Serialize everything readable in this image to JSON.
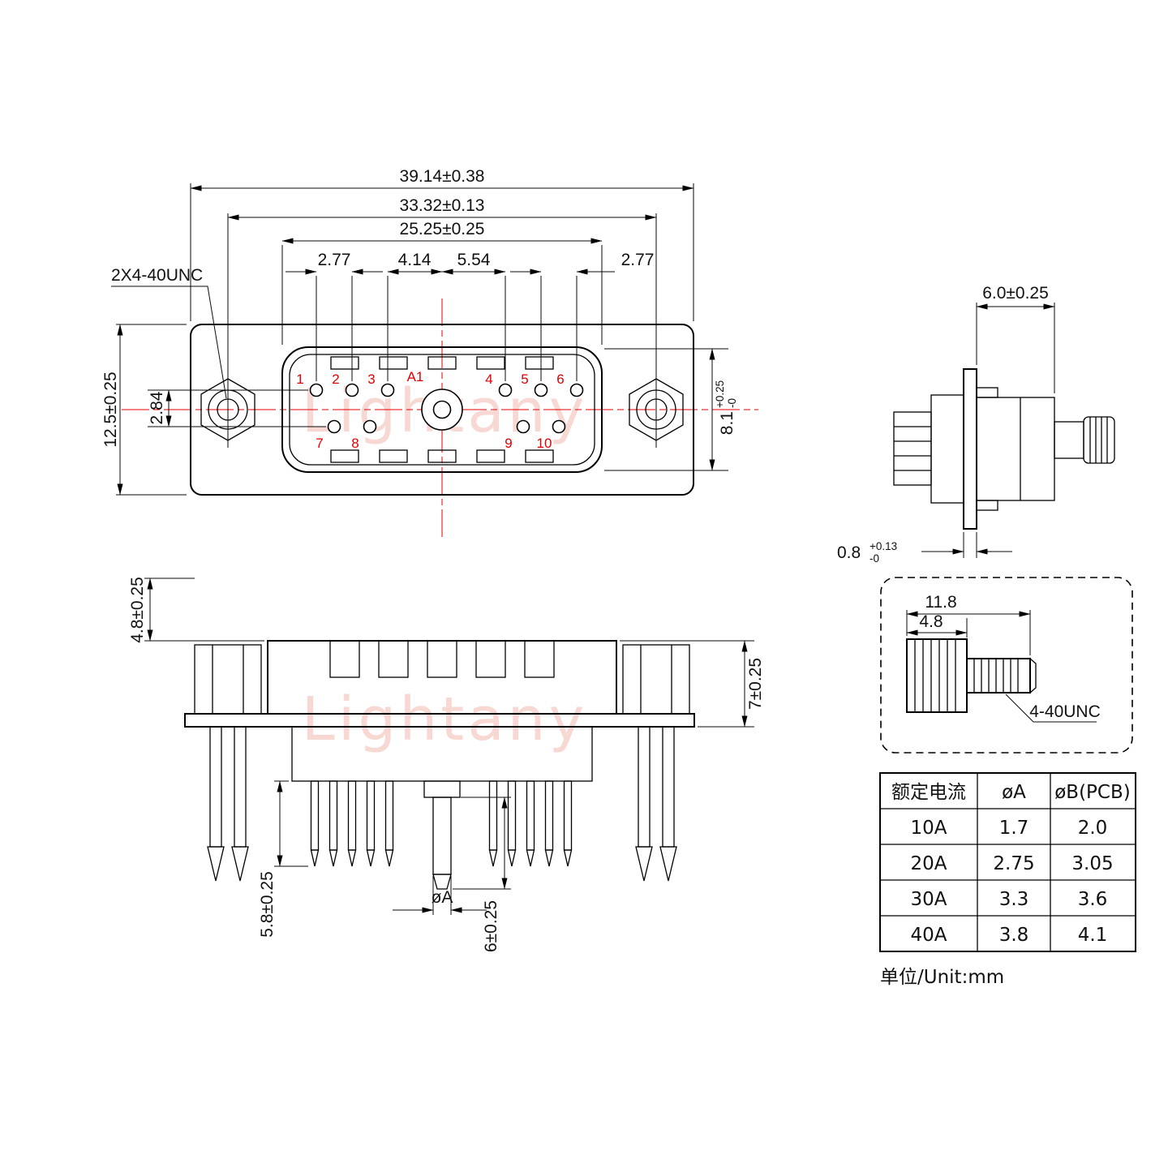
{
  "watermark": {
    "text": "Lightany",
    "color": "#f2b3a9"
  },
  "front": {
    "thread_callout": "2X4-40UNC",
    "dim_outer_width": "39.14±0.38",
    "dim_mount_spacing": "33.32±0.13",
    "dim_pin_span": "25.25±0.25",
    "dim_p1": "2.77",
    "dim_p2": "4.14",
    "dim_p3": "5.54",
    "dim_p4": "2.77",
    "dim_height": "12.5±0.25",
    "dim_row_gap": "2.84",
    "dim_shell_h": "8.1",
    "dim_shell_h_tol_plus": "+0.25",
    "dim_shell_h_tol_minus": "-0",
    "pins": {
      "p1": "1",
      "p2": "2",
      "p3": "3",
      "pa1": "A1",
      "p4": "4",
      "p5": "5",
      "p6": "6",
      "p7": "7",
      "p8": "8",
      "p9": "9",
      "p10": "10"
    }
  },
  "side": {
    "dim_depth": "6.0±0.25",
    "dim_flange": "0.8",
    "dim_flange_tol_plus": "+0.13",
    "dim_flange_tol_minus": "-0"
  },
  "bottom": {
    "dim_standoff": "4.8±0.25",
    "dim_body_h": "7±0.25",
    "dim_pin_len": "5.8±0.25",
    "dim_center_pin_len": "6±0.25",
    "dim_pin_dia": "øA"
  },
  "screw": {
    "dim_total": "11.8",
    "dim_head": "4.8",
    "thread_label": "4-40UNC"
  },
  "table": {
    "headers": [
      "额定电流",
      "øA",
      "øB(PCB)"
    ],
    "rows": [
      [
        "10A",
        "1.7",
        "2.0"
      ],
      [
        "20A",
        "2.75",
        "3.05"
      ],
      [
        "30A",
        "3.3",
        "3.6"
      ],
      [
        "40A",
        "3.8",
        "4.1"
      ]
    ],
    "unit": "单位/Unit:mm"
  }
}
